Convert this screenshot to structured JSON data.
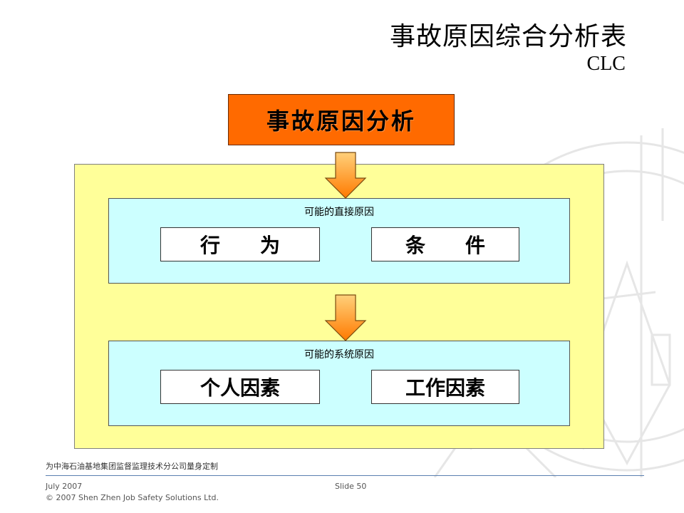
{
  "title": "事故原因综合分析表",
  "subtitle": "CLC",
  "top_box": "事故原因分析",
  "panels": [
    {
      "label": "可能的直接原因",
      "items": [
        "行　　为",
        "条　　件"
      ]
    },
    {
      "label": "可能的系统原因",
      "items": [
        "个人因素",
        "工作因素"
      ]
    }
  ],
  "footer": {
    "note": "为中海石油基地集团监督监理技术分公司量身定制",
    "date": "July 2007",
    "copyright": "© 2007 Shen Zhen Job Safety Solutions Ltd.",
    "slide": "Slide 50"
  },
  "colors": {
    "top_box": "#ff6a00",
    "container": "#ffff99",
    "panel": "#ccffff",
    "arrow_top": "#ffb347",
    "arrow_bottom": "#ff7f00"
  }
}
